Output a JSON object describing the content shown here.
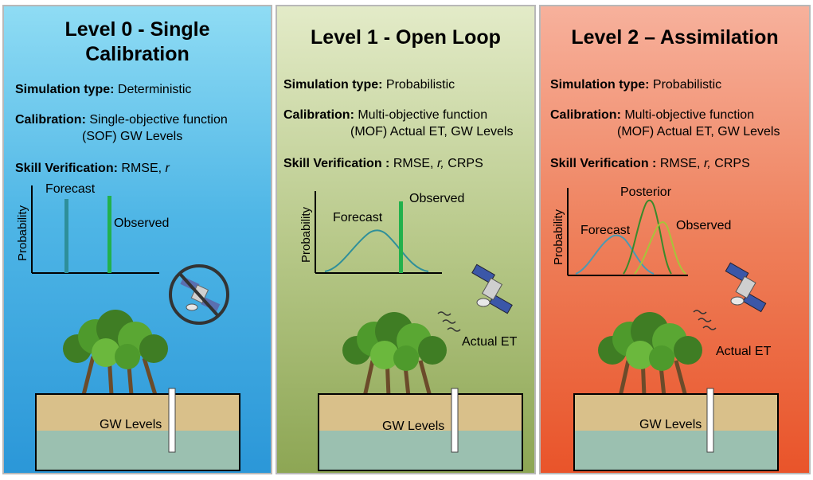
{
  "panels": [
    {
      "title_line1": "Level 0 - Single",
      "title_line2": "Calibration",
      "simulation_label": "Simulation type:",
      "simulation_value": "Deterministic",
      "calibration_label": "Calibration:",
      "calibration_value_1": "Single-objective function",
      "calibration_value_2": "(SOF) GW Levels",
      "skill_label": "Skill Verification:",
      "skill_value_a": "RMSE,",
      "skill_value_r": "r",
      "skill_value_b": "",
      "ylabel": "Probability",
      "forecast": "Forecast",
      "observed": "Observed",
      "gw_levels": "GW Levels"
    },
    {
      "title_line1": "Level 1 - Open Loop",
      "simulation_label": "Simulation type:",
      "simulation_value": "Probabilistic",
      "calibration_label": "Calibration:",
      "calibration_value_1": "Multi-objective function",
      "calibration_value_2": "(MOF) Actual ET, GW Levels",
      "skill_label": "Skill Verification :",
      "skill_value_a": "RMSE,",
      "skill_value_r": "r,",
      "skill_value_b": "CRPS",
      "ylabel": "Probability",
      "forecast": "Forecast",
      "observed": "Observed",
      "actual_et": "Actual ET",
      "gw_levels": "GW Levels"
    },
    {
      "title_line1": "Level 2 – Assimilation",
      "simulation_label": "Simulation type:",
      "simulation_value": "Probabilistic",
      "calibration_label": "Calibration:",
      "calibration_value_1": "Multi-objective function",
      "calibration_value_2": "(MOF) Actual ET, GW Levels",
      "skill_label": "Skill Verification :",
      "skill_value_a": "RMSE,",
      "skill_value_r": "r,",
      "skill_value_b": "CRPS",
      "ylabel": "Probability",
      "forecast": "Forecast",
      "posterior": "Posterior",
      "observed": "Observed",
      "actual_et": "Actual ET",
      "gw_levels": "GW Levels"
    }
  ],
  "colors": {
    "forecast_line": "#2e8f9a",
    "observed_bar": "#22b14c",
    "posterior_line": "#3a8a2a",
    "observed_curve": "#a7c43a",
    "soil": "#d9c08a",
    "water": "#8fbfb6"
  },
  "icons": [
    "satellite-icon",
    "no-satellite-icon",
    "tree-icon",
    "well-pipe-icon",
    "et-wave-icon"
  ]
}
